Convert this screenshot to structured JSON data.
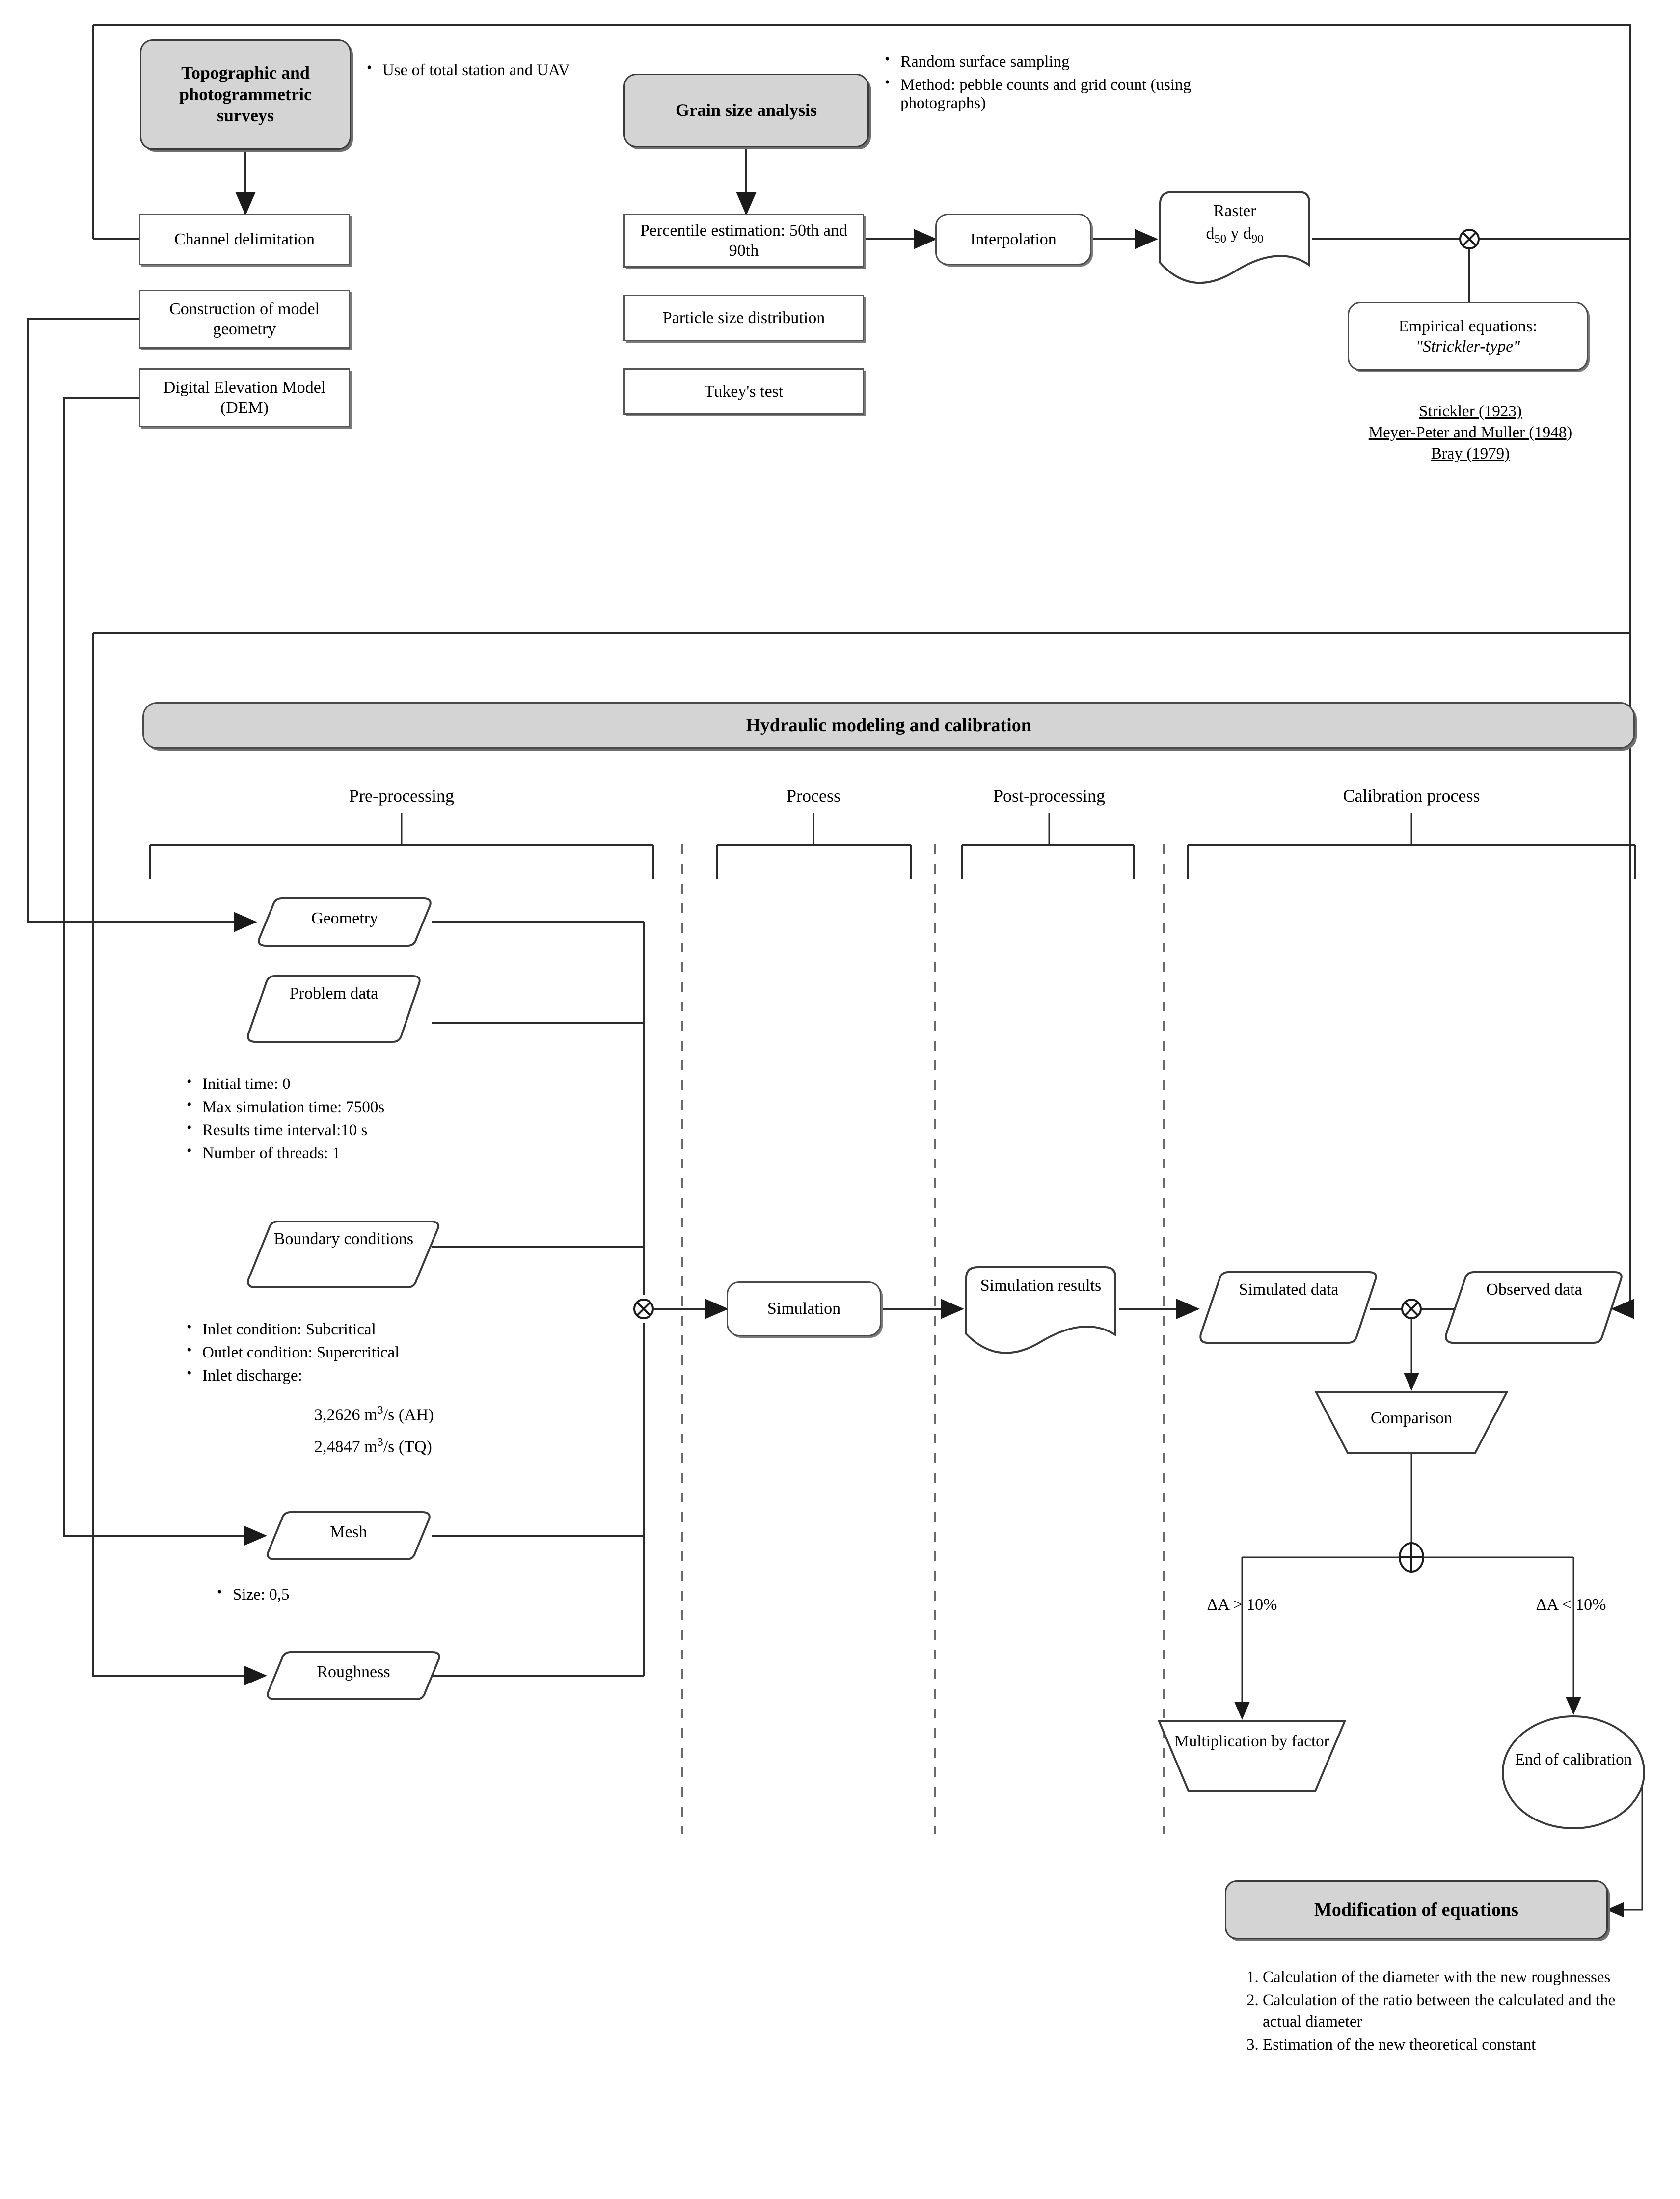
{
  "diagram": {
    "title": "Hydraulic modeling and calibration methodology flowchart",
    "colors": {
      "shaded_fill": "#d4d4d4",
      "stroke": "#4a4a4a",
      "shadow": "#7a7a7a",
      "background": "#ffffff"
    }
  },
  "data_collection": {
    "topographic": {
      "label": "Topographic and photogrammetric surveys",
      "notes": [
        "Use of total station and UAV"
      ]
    },
    "grain": {
      "label": "Grain size analysis",
      "notes": [
        "Random surface sampling",
        "Method: pebble counts and grid count (using photographs)"
      ]
    }
  },
  "left_column": {
    "channel_delimitation": "Channel delimitation",
    "model_geometry": "Construction of model geometry",
    "dem": "Digital Elevation Model (DEM)"
  },
  "grain_branch": {
    "percentile": "Percentile estimation: 50th and 90th",
    "particle_size": "Particle size distribution",
    "tukey": "Tukey's test",
    "interpolation": "Interpolation",
    "raster": {
      "line1": "Raster",
      "d50": "d",
      "d50_sub": "50",
      "separator": " y ",
      "d90": "d",
      "d90_sub": "90"
    },
    "empirical": {
      "line1": "Empirical equations:",
      "line2": "\"Strickler-type\""
    },
    "references": [
      "Strickler (1923)",
      "Meyer-Peter and Muller (1948)",
      "Bray (1979)"
    ]
  },
  "hydraulic": {
    "banner": "Hydraulic modeling and calibration",
    "phases": [
      "Pre-processing",
      "Process",
      "Post-processing",
      "Calibration process"
    ]
  },
  "preprocessing": {
    "geometry": "Geometry",
    "problem_data": "Problem data",
    "problem_data_bullets": [
      "Initial time: 0",
      "Max simulation time: 7500s",
      "Results time interval:10 s",
      "Number of threads: 1"
    ],
    "boundary_conditions": "Boundary conditions",
    "boundary_bullets": [
      "Inlet condition: Subcritical",
      "Outlet condition: Supercritical",
      "Inlet discharge:"
    ],
    "discharge": {
      "ah": {
        "value": "3,2626 m",
        "exp": "3",
        "unit": "/s (AH)"
      },
      "tq": {
        "value": "2,4847 m",
        "exp": "3",
        "unit": "/s (TQ)"
      }
    },
    "mesh": "Mesh",
    "mesh_bullets": [
      "Size: 0,5"
    ],
    "roughness": "Roughness"
  },
  "process": {
    "simulation": "Simulation"
  },
  "postprocessing": {
    "simulation_results": "Simulation results"
  },
  "calibration": {
    "simulated_data": "Simulated data",
    "observed_data": "Observed data",
    "comparison": "Comparison",
    "branch_left_label": "ΔA > 10%",
    "branch_right_label": "ΔA < 10%",
    "multiplication": "Multiplication by factor",
    "end": "End of calibration"
  },
  "modification": {
    "title": "Modification of equations",
    "steps": [
      "Calculation of the diameter with the new roughnesses",
      "Calculation of the ratio between the calculated and the actual diameter",
      "Estimation of the new theoretical constant"
    ]
  }
}
